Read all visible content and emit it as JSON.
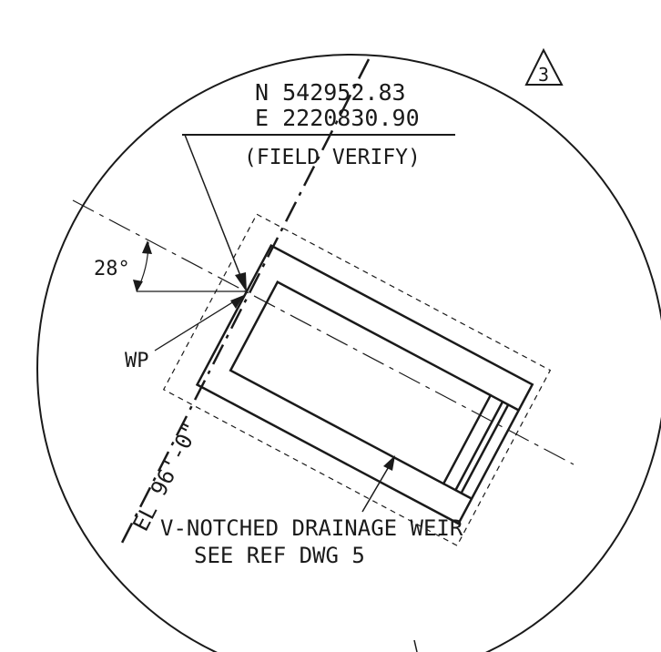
{
  "revision_marker": "3",
  "coordinates": {
    "northing": "N 542952.83",
    "easting": "E 2220830.90",
    "note": "(FIELD VERIFY)"
  },
  "angle_label": "28°",
  "work_point_label": "WP",
  "elevation_label": "EL 96'-0\"",
  "callout": {
    "line1": "V-NOTCHED DRAINAGE WEIR",
    "line2": "SEE REF DWG 5"
  },
  "colors": {
    "ink": "#1a1a1a",
    "paper": "#ffffff"
  }
}
